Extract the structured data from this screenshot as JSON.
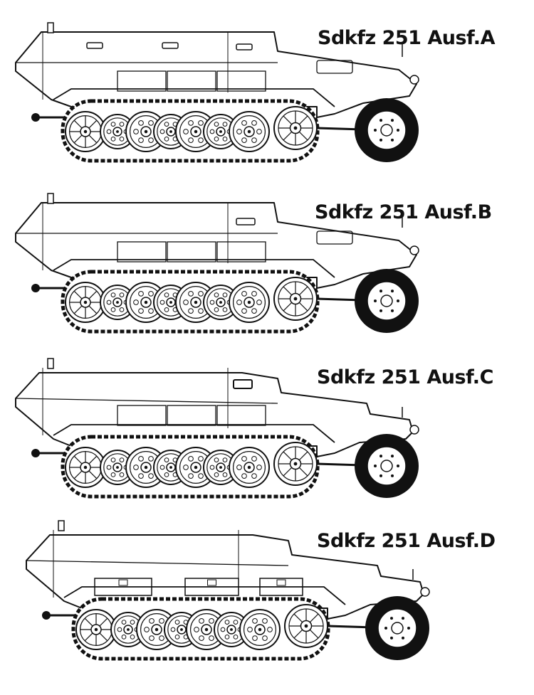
{
  "variants": [
    {
      "label": "Sdkfz 251 Ausf.A",
      "type": "A"
    },
    {
      "label": "Sdkfz 251 Ausf.B",
      "type": "B"
    },
    {
      "label": "Sdkfz 251 Ausf.C",
      "type": "C"
    },
    {
      "label": "Sdkfz 251 Ausf.D",
      "type": "D"
    }
  ],
  "colors": {
    "line": "#111111",
    "paper": "#ffffff"
  }
}
